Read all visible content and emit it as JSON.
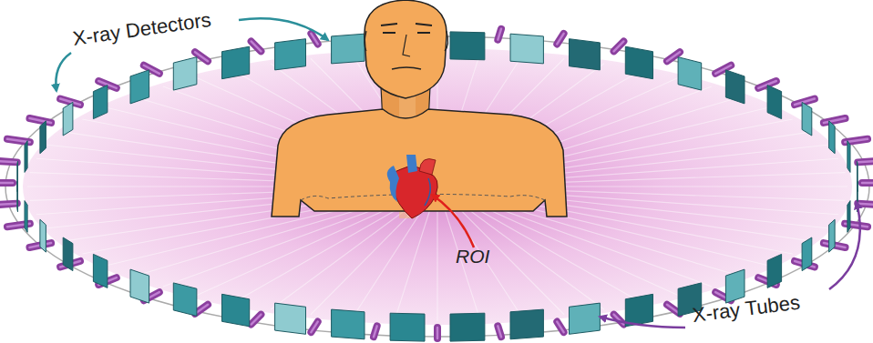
{
  "diagram": {
    "labels": [
      "X-ray Detectors",
      "X-ray Tubes",
      "ROI"
    ]
  }
}
